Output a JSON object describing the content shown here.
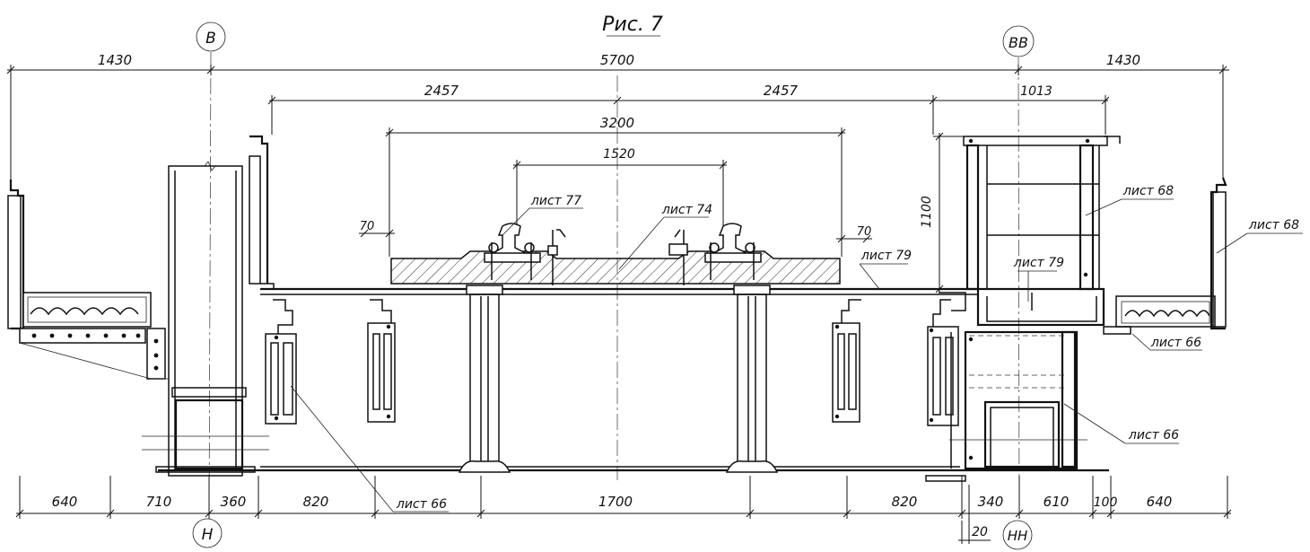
{
  "figure": {
    "title": "Рис. 7"
  },
  "axes": {
    "left_top": "В",
    "left_bottom": "Н",
    "right_top": "ВВ",
    "right_bottom": "НН"
  },
  "dimensions": {
    "top_left": "1430",
    "top_center": "5700",
    "top_right": "1430",
    "half_left": "2457",
    "half_right": "2457",
    "right_width": "1013",
    "sleeper_length": "3200",
    "gauge": "1520",
    "height": "1100",
    "left_70": "70",
    "right_70": "70",
    "bottom": [
      "640",
      "710",
      "360",
      "820",
      "1700",
      "820",
      "340",
      "610",
      "100",
      "640"
    ],
    "bottom_extra": "20"
  },
  "sheet_refs": {
    "sheet_77": "лист 77",
    "sheet_74": "лист 74",
    "sheet_79_a": "лист 79",
    "sheet_79_b": "лист 79",
    "sheet_68_a": "лист 68",
    "sheet_68_b": "лист 68",
    "sheet_66_a": "лист 66",
    "sheet_66_b": "лист 66",
    "sheet_66_c": "лист 66"
  }
}
